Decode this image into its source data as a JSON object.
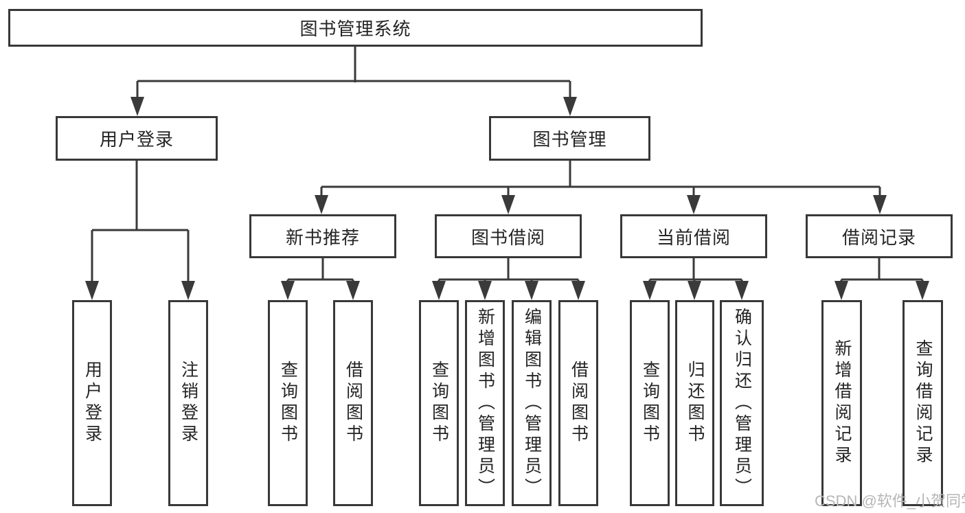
{
  "colors": {
    "line": "#3a3a3a",
    "box_border": "#383838",
    "text": "#242424",
    "watermark": "#b6b6b6",
    "background": "#ffffff"
  },
  "diagram": {
    "root": {
      "label": "图书管理系统",
      "children": [
        {
          "label": "用户登录",
          "children": [
            {
              "label": "用户登录"
            },
            {
              "label": "注销登录"
            }
          ]
        },
        {
          "label": "图书管理",
          "children": [
            {
              "label": "新书推荐",
              "children": [
                {
                  "label": "查询图书"
                },
                {
                  "label": "借阅图书"
                }
              ]
            },
            {
              "label": "图书借阅",
              "children": [
                {
                  "label": "查询图书"
                },
                {
                  "label": "新增图书（管理员）"
                },
                {
                  "label": "编辑图书（管理员）"
                },
                {
                  "label": "借阅图书"
                }
              ]
            },
            {
              "label": "当前借阅",
              "children": [
                {
                  "label": "查询图书"
                },
                {
                  "label": "归还图书"
                },
                {
                  "label": "确认归还（管理员）"
                }
              ]
            },
            {
              "label": "借阅记录",
              "children": [
                {
                  "label": "新增借阅记录"
                },
                {
                  "label": "查询借阅记录"
                }
              ]
            }
          ]
        }
      ]
    }
  },
  "watermark": {
    "text": "CSDN @软件_小贺同学"
  }
}
